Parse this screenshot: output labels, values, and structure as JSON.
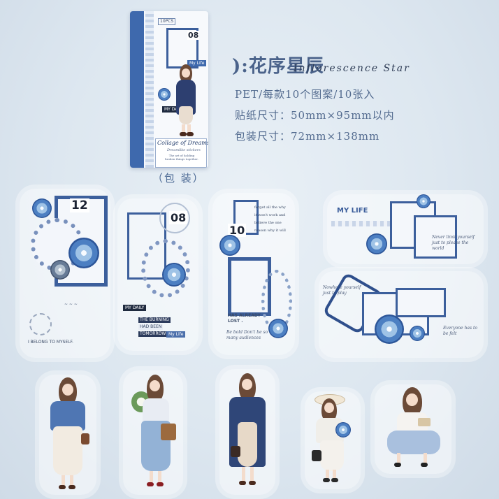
{
  "product": {
    "title": "):花序星辰",
    "title_script": "Inflorescence Star",
    "lines": [
      "PET/每款10个图案/10张入",
      "贴纸尺寸：50mm×95mm以内",
      "包装尺寸：72mm×138mm"
    ],
    "package_label": "（包 装）"
  },
  "package": {
    "count_tag": "10PCS",
    "number": "08",
    "my_life": "My Life",
    "my_daily": "MY DAILY",
    "collage_title": "Collage of Dreams",
    "collage_sub": "Dreamlike stickers",
    "collage_desc": "The art of holding broken things together."
  },
  "stickers": {
    "s1": {
      "number": "12",
      "text": "I BELONG TO MYSELF."
    },
    "s2": {
      "number": "08",
      "my_daily": "MY DAILY",
      "tag1": "THE BURNING",
      "tag2": "HAD BEEN",
      "tag3": "TOMORROW",
      "my_life": "My Life"
    },
    "s3": {
      "number": "10",
      "quote": "forget all the why it won't work and believe the one reason why it will",
      "already": "HAS ALREADY LOST .",
      "script": "Be bold Don't be so many audiences"
    },
    "s4": {
      "my_life": "MY LIFE",
      "script1": "Never limit yourself just to please the world",
      "script2": "Nowhere  yourself just to play",
      "script3": "Everyone has to be felt"
    }
  },
  "colors": {
    "accent": "#3c5f9c",
    "text": "#536b8f",
    "background": "#dde7f0"
  }
}
